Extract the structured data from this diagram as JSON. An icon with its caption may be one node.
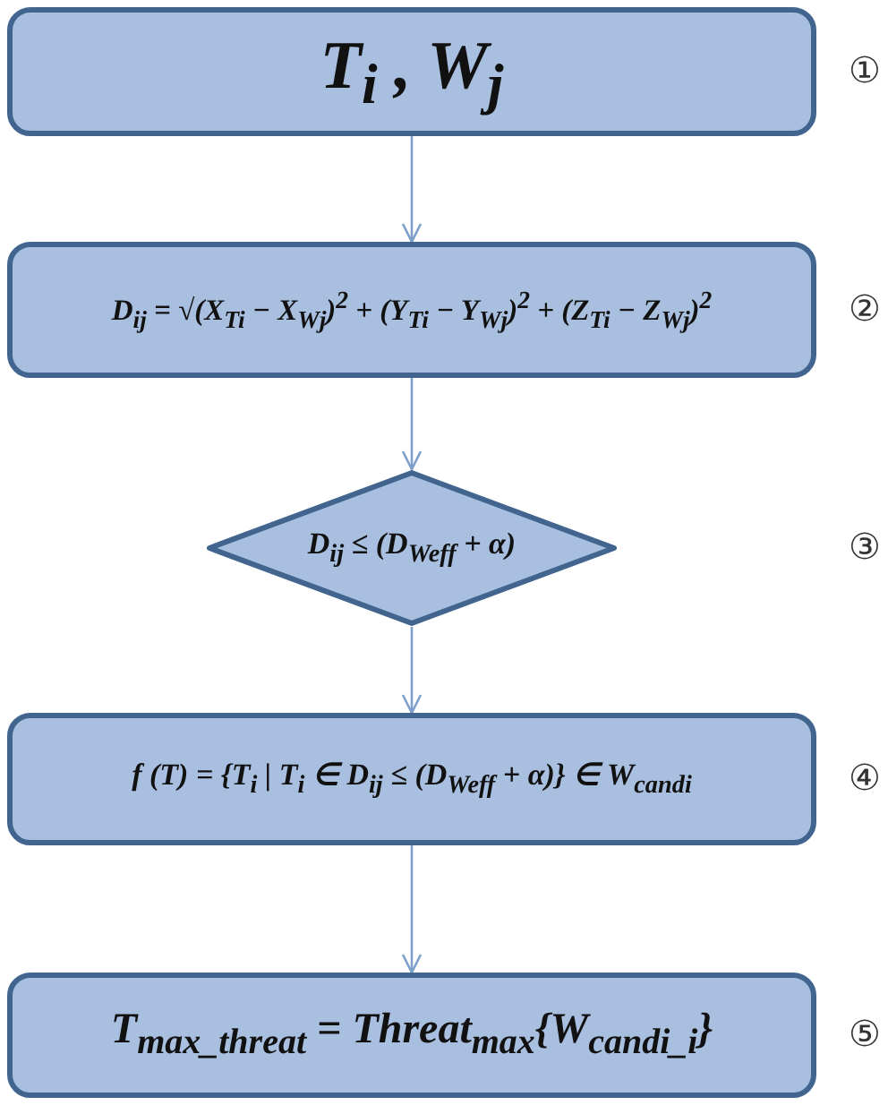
{
  "diagram": {
    "nodes": [
      {
        "text": [
          "T$_{i}$ , W$_{j}$"
        ]
      },
      {
        "text": [
          "D$_{ij}$ = √(X$_{Ti}$ − X$_{Wj}$)$^{2}$ + (Y$_{Ti}$ − Y$_{Wj}$)$^{2}$ + (Z$_{Ti}$ − Z$_{Wj}$)$^{2}$"
        ]
      },
      {
        "text": [
          "D$_{ij}$ ≤ (D$_{Weff}$ + α)"
        ]
      },
      {
        "text": [
          "f (T) = {T$_{i}$ | T$_{i}$ ∈ D$_{ij}$ ≤ (D$_{Weff}$ + α)} ∈ W$_{candi}$"
        ]
      },
      {
        "text": [
          "T$_{max_threat}$ = Threat$_{max}${W$_{candi_i}$}"
        ]
      }
    ],
    "edges": [
      {
        "from": 0,
        "to": 1,
        "arrow": "to"
      },
      {
        "from": 1,
        "to": 2,
        "arrow": "to"
      },
      {
        "from": 2,
        "to": 3,
        "arrow": "to"
      },
      {
        "from": 3,
        "to": 4,
        "arrow": "to"
      }
    ],
    "labels": [
      "①",
      "②",
      "③",
      "④",
      "⑤"
    ]
  }
}
